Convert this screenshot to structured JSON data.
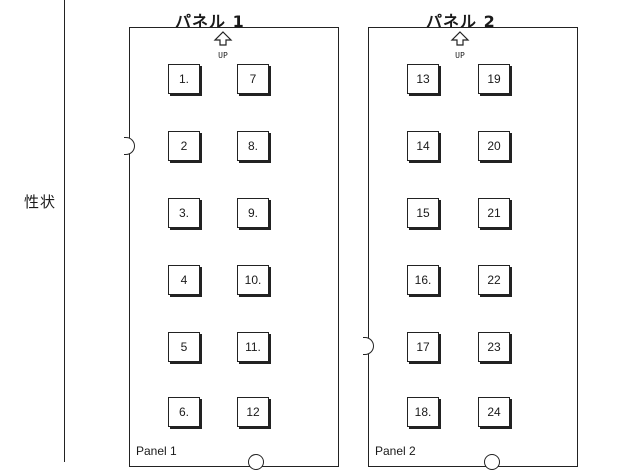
{
  "side_label": "性状",
  "panels": [
    {
      "title": "パネル 1",
      "arrow_text": "UP",
      "label": "Panel 1",
      "cells": [
        "1.",
        "7",
        "2",
        "8.",
        "3.",
        "9.",
        "4",
        "10.",
        "5",
        "11.",
        "6.",
        "12"
      ]
    },
    {
      "title": "パネル 2",
      "arrow_text": "UP",
      "label": "Panel 2",
      "cells": [
        "13",
        "19",
        "14",
        "20",
        "15",
        "21",
        "16.",
        "22",
        "17",
        "23",
        "18.",
        "24"
      ]
    }
  ]
}
